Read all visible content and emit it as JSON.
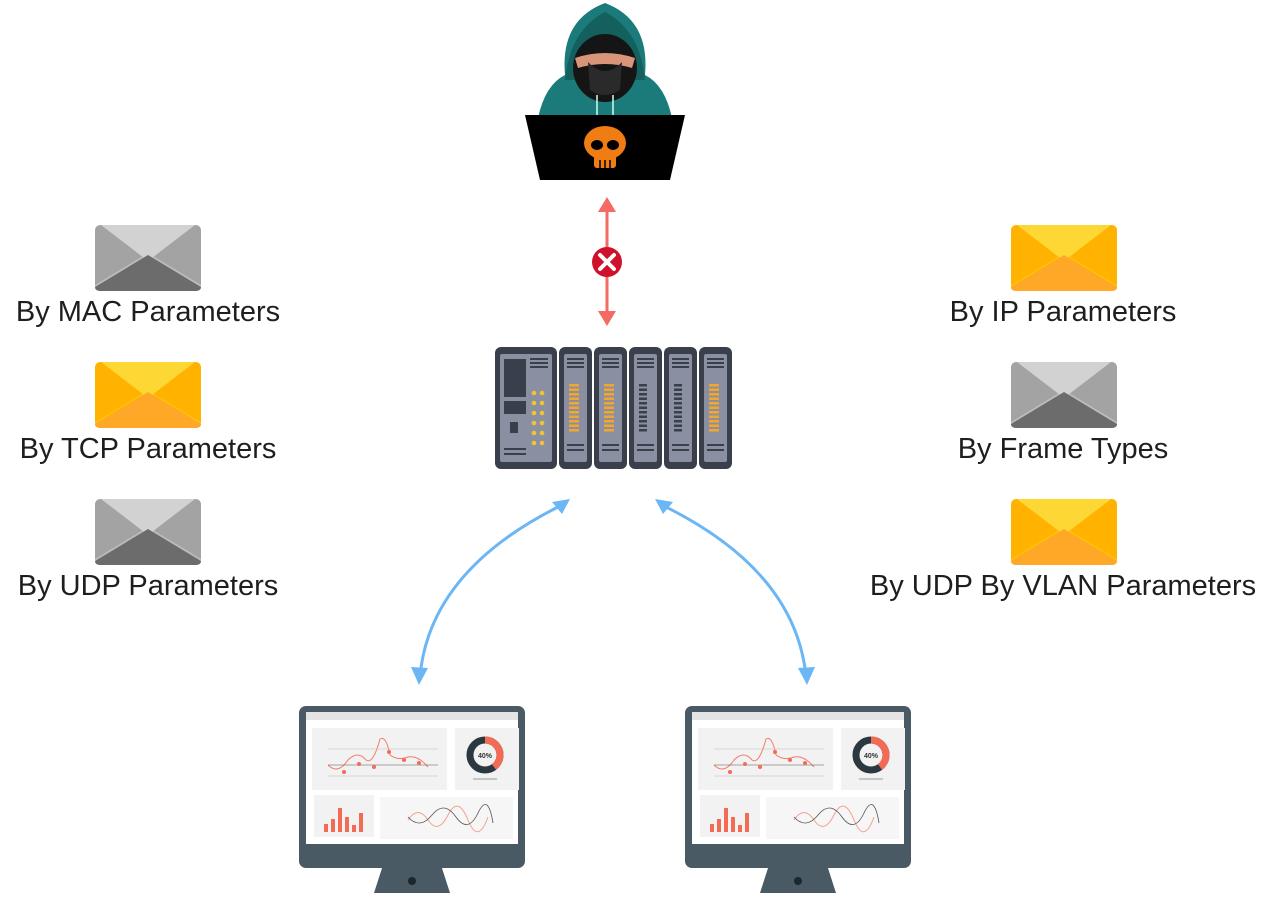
{
  "left_items": [
    {
      "label": "By MAC Parameters",
      "envelope_color": "gray"
    },
    {
      "label": "By TCP Parameters",
      "envelope_color": "yellow"
    },
    {
      "label": "By UDP Parameters",
      "envelope_color": "gray"
    }
  ],
  "right_items": [
    {
      "label": "By IP Parameters",
      "envelope_color": "yellow"
    },
    {
      "label": "By Frame Types",
      "envelope_color": "gray"
    },
    {
      "label": "By UDP By VLAN Parameters",
      "envelope_color": "yellow"
    }
  ],
  "monitor": {
    "donut_label": "40%"
  },
  "colors": {
    "blocked_arrow": "#f46b63",
    "blocked_icon": "#d0112b",
    "allowed_arrow": "#6bb6f5",
    "hoodie": "#1b7a7a",
    "skull": "#f07c14",
    "switch_body": "#3a3f4c",
    "switch_led": "#f4a62a"
  },
  "icons": [
    "hacker-icon",
    "blocked-x-icon",
    "industrial-switch-icon",
    "envelope-icon",
    "monitor-dashboard-icon"
  ]
}
